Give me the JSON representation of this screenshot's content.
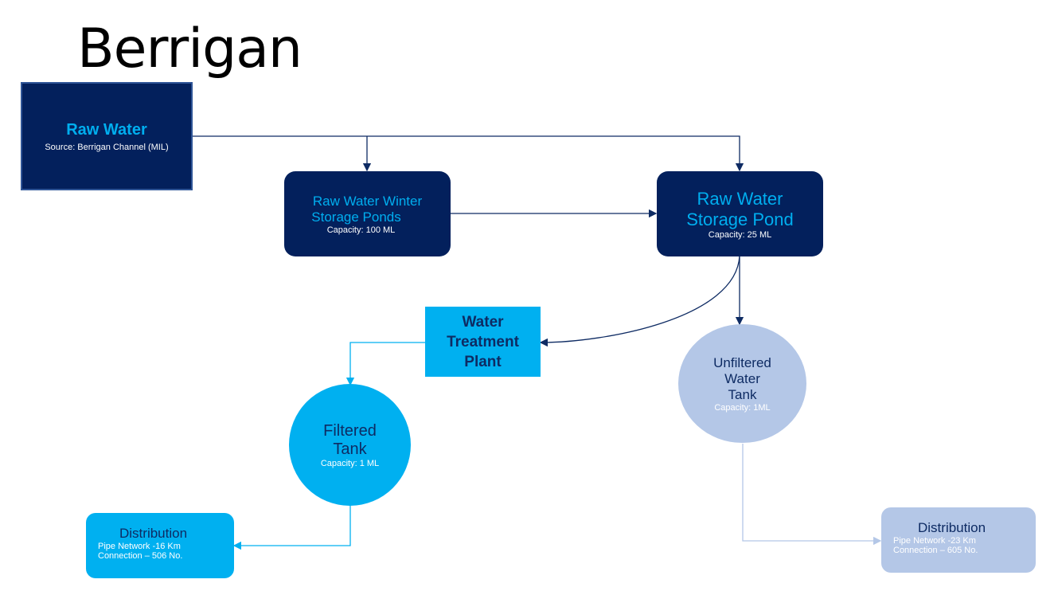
{
  "title": "Berrigan",
  "nodes": {
    "raw_water": {
      "title": "Raw Water",
      "detail": "Source: Berrigan Channel (MIL)"
    },
    "winter_ponds": {
      "title_line1": "Raw Water Winter",
      "title_line2": "Storage Ponds",
      "detail": "Capacity: 100 ML"
    },
    "storage_pond": {
      "title_line1": "Raw Water",
      "title_line2": "Storage Pond",
      "detail": "Capacity: 25 ML"
    },
    "treatment_plant": {
      "line1": "Water",
      "line2": "Treatment",
      "line3": "Plant"
    },
    "filtered_tank": {
      "line1": "Filtered",
      "line2": "Tank",
      "detail": "Capacity: 1 ML"
    },
    "unfiltered_tank": {
      "line1": "Unfiltered",
      "line2": "Water",
      "line3": "Tank",
      "detail": "Capacity: 1ML"
    },
    "distribution_filtered": {
      "title": "Distribution",
      "pipe": "Pipe Network -16 Km",
      "connection": "Connection – 506 No."
    },
    "distribution_unfiltered": {
      "title": "Distribution",
      "pipe": "Pipe Network -23 Km",
      "connection": "Connection – 605 No."
    }
  },
  "colors": {
    "navy": "#03205C",
    "cyan": "#00B0F0",
    "pale": "#B4C7E7"
  }
}
